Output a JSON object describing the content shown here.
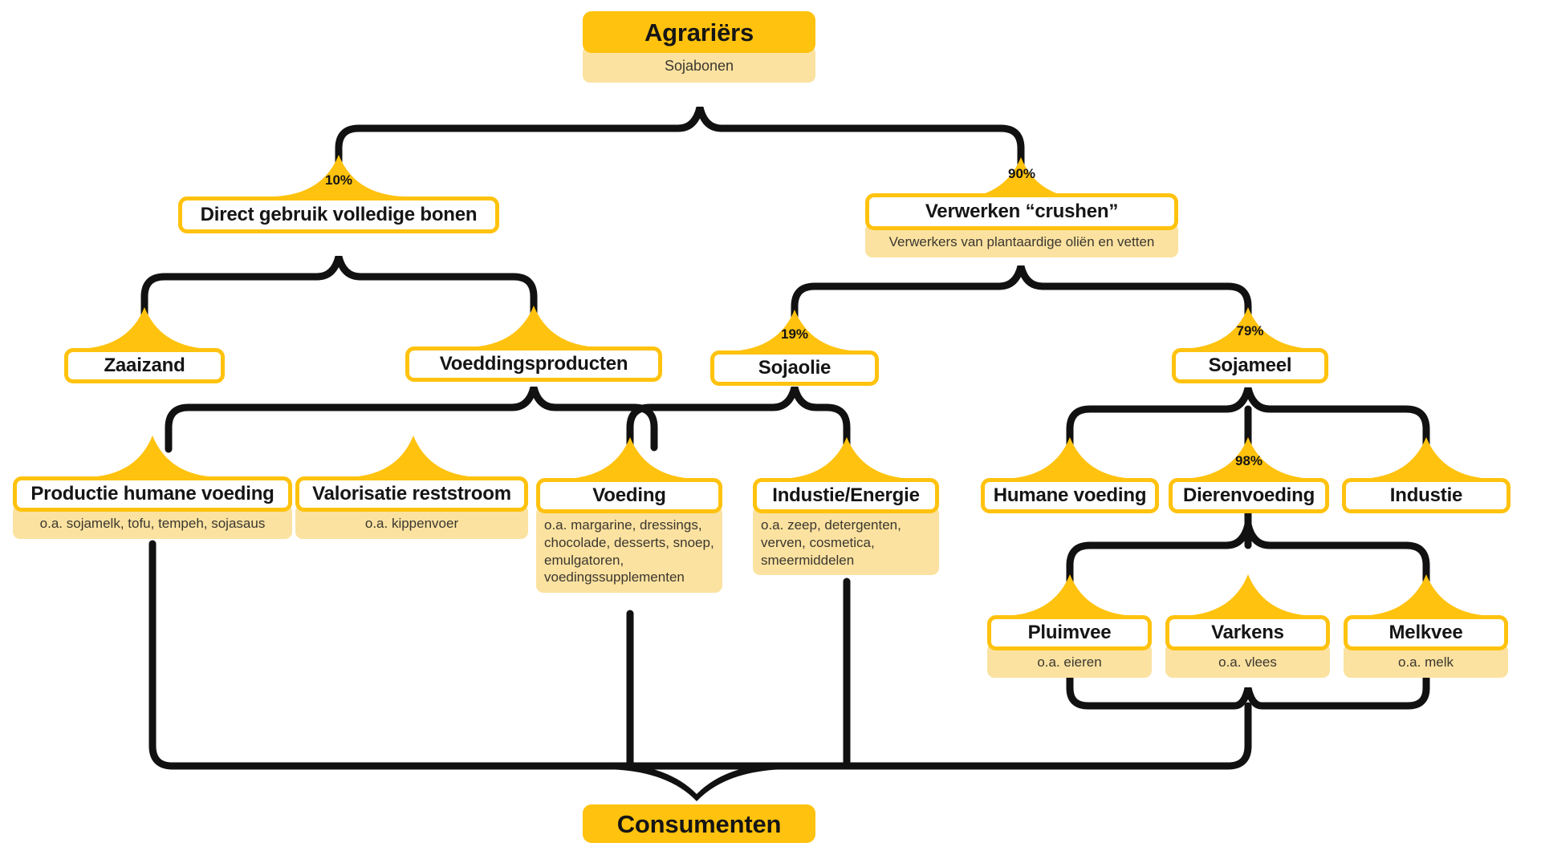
{
  "diagram": {
    "title": "Sojaketen stroomdiagram",
    "colors": {
      "accent": "#FFC20E",
      "accent_soft": "#FBE2A0",
      "line": "#111111",
      "chip_fill": "#FFFFFF",
      "text": "#151515"
    }
  },
  "nodes": {
    "agrariers": {
      "label": "Agrariërs",
      "sub": "Sojabonen",
      "pct": ""
    },
    "direct": {
      "label": "Direct gebruik volledige bonen",
      "sub": "",
      "pct": "10%"
    },
    "crushen": {
      "label": "Verwerken “crushen”",
      "sub": "Verwerkers van plantaardige oliën en vetten",
      "pct": "90%"
    },
    "zaaizand": {
      "label": "Zaaizand",
      "sub": "",
      "pct": ""
    },
    "voedingsprod": {
      "label": "Voeddingsproducten",
      "sub": "",
      "pct": ""
    },
    "sojaolie": {
      "label": "Sojaolie",
      "sub": "",
      "pct": "19%"
    },
    "sojameel": {
      "label": "Sojameel",
      "sub": "",
      "pct": "79%"
    },
    "prod_humaan": {
      "label": "Productie humane voeding",
      "sub": "o.a. sojamelk, tofu, tempeh, sojasaus",
      "pct": ""
    },
    "valorisatie": {
      "label": "Valorisatie reststroom",
      "sub": "o.a. kippenvoer",
      "pct": ""
    },
    "voeding": {
      "label": "Voeding",
      "sub": "o.a. margarine, dressings, chocolade, desserts, snoep, emulgatoren, voedingssupplementen",
      "pct": ""
    },
    "industrie_e": {
      "label": "Industie/Energie",
      "sub": "o.a. zeep, detergenten, verven, cosmetica, smeermiddelen",
      "pct": ""
    },
    "humane_voed": {
      "label": "Humane voeding",
      "sub": "",
      "pct": ""
    },
    "dierenvoed": {
      "label": "Dierenvoeding",
      "sub": "",
      "pct": "98%"
    },
    "industie": {
      "label": "Industie",
      "sub": "",
      "pct": ""
    },
    "pluimvee": {
      "label": "Pluimvee",
      "sub": "o.a. eieren",
      "pct": ""
    },
    "varkens": {
      "label": "Varkens",
      "sub": "o.a. vlees",
      "pct": ""
    },
    "melkvee": {
      "label": "Melkvee",
      "sub": "o.a. melk",
      "pct": ""
    },
    "consumenten": {
      "label": "Consumenten",
      "sub": "",
      "pct": ""
    }
  },
  "chart_data": {
    "type": "diagram",
    "title": "Sojaketen: van Agrariërs naar Consumenten",
    "flows": [
      {
        "from": "Agrariërs",
        "to": "Direct gebruik volledige bonen",
        "share": "10%"
      },
      {
        "from": "Agrariërs",
        "to": "Verwerken “crushen”",
        "share": "90%"
      },
      {
        "from": "Direct gebruik volledige bonen",
        "to": "Zaaizand",
        "share": ""
      },
      {
        "from": "Direct gebruik volledige bonen",
        "to": "Voeddingsproducten",
        "share": ""
      },
      {
        "from": "Verwerken “crushen”",
        "to": "Sojaolie",
        "share": "19%"
      },
      {
        "from": "Verwerken “crushen”",
        "to": "Sojameel",
        "share": "79%"
      },
      {
        "from": "Voeddingsproducten",
        "to": "Productie humane voeding",
        "share": ""
      },
      {
        "from": "Voeddingsproducten",
        "to": "Valorisatie reststroom",
        "share": ""
      },
      {
        "from": "Sojaolie",
        "to": "Voeding",
        "share": ""
      },
      {
        "from": "Sojaolie",
        "to": "Industie/Energie",
        "share": ""
      },
      {
        "from": "Sojameel",
        "to": "Humane voeding",
        "share": ""
      },
      {
        "from": "Sojameel",
        "to": "Dierenvoeding",
        "share": "98%"
      },
      {
        "from": "Sojameel",
        "to": "Industie",
        "share": ""
      },
      {
        "from": "Dierenvoeding",
        "to": "Pluimvee",
        "share": ""
      },
      {
        "from": "Dierenvoeding",
        "to": "Varkens",
        "share": ""
      },
      {
        "from": "Dierenvoeding",
        "to": "Melkvee",
        "share": ""
      },
      {
        "from": "Productie humane voeding",
        "to": "Consumenten",
        "share": ""
      },
      {
        "from": "Voeding",
        "to": "Consumenten",
        "share": ""
      },
      {
        "from": "Industie/Energie",
        "to": "Consumenten",
        "share": ""
      },
      {
        "from": "Pluimvee",
        "to": "Consumenten",
        "share": ""
      },
      {
        "from": "Varkens",
        "to": "Consumenten",
        "share": ""
      },
      {
        "from": "Melkvee",
        "to": "Consumenten",
        "share": ""
      }
    ]
  }
}
